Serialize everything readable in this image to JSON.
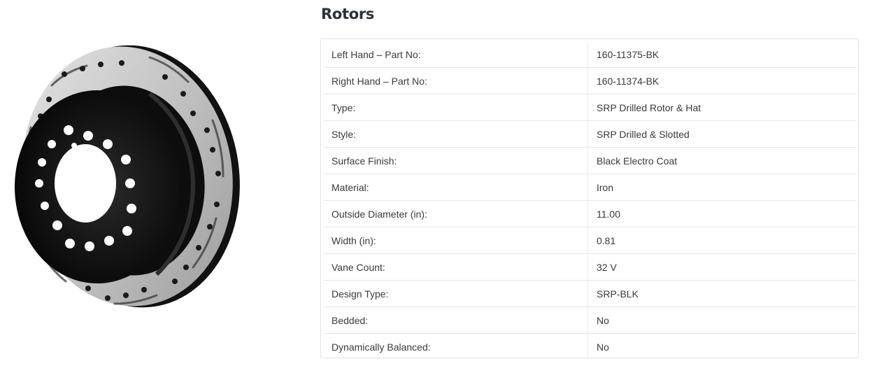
{
  "section": {
    "title": "Rotors"
  },
  "specs": [
    {
      "label": "Left Hand – Part No:",
      "value": "160-11375-BK"
    },
    {
      "label": "Right Hand – Part No:",
      "value": "160-11374-BK"
    },
    {
      "label": "Type:",
      "value": "SRP Drilled Rotor & Hat"
    },
    {
      "label": "Style:",
      "value": "SRP Drilled & Slotted"
    },
    {
      "label": "Surface Finish:",
      "value": "Black Electro Coat"
    },
    {
      "label": "Material:",
      "value": "Iron"
    },
    {
      "label": "Outside Diameter (in):",
      "value": "11.00"
    },
    {
      "label": "Width (in):",
      "value": "0.81"
    },
    {
      "label": "Vane Count:",
      "value": "32 V"
    },
    {
      "label": "Design Type:",
      "value": "SRP-BLK"
    },
    {
      "label": "Bedded:",
      "value": "No"
    },
    {
      "label": "Dynamically Balanced:",
      "value": "No"
    }
  ],
  "colors": {
    "title": "#2b3138",
    "text": "#3a3a3a",
    "border": "#e2e2e2",
    "rotor_face": "#c9c9c9",
    "hat": "#0b0b0b"
  },
  "image": {
    "icon": "brake-rotor-image"
  }
}
